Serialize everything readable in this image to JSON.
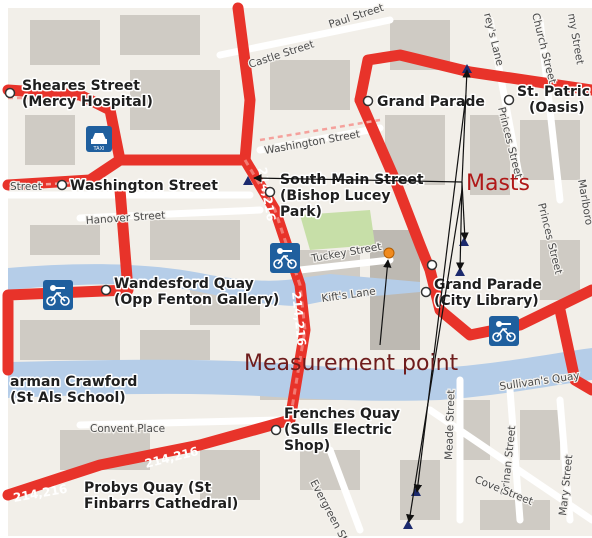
{
  "map": {
    "annotations": {
      "masts": "Masts",
      "measurement_point": "Measurement point"
    },
    "stops": {
      "sheares_1": "Sheares Street",
      "sheares_2": "(Mercy Hospital)",
      "washington": "Washington Street",
      "grand_parade_n": "Grand Parade",
      "st_patrick_1": "St. Patric",
      "st_patrick_2": "(Oasis)",
      "south_main_1": "South Main Street",
      "south_main_2": "(Bishop Lucey",
      "south_main_3": "Park)",
      "wandesford_1": "Wandesford Quay",
      "wandesford_2": "(Opp Fenton Gallery)",
      "grand_parade_s_1": "Grand Parade",
      "grand_parade_s_2": "(City Library)",
      "crawford_1": "arman Crawford",
      "crawford_2": "(St Als School)",
      "frenches_1": "Frenches Quay",
      "frenches_2": "(Sulls Electric",
      "frenches_3": "Shop)",
      "probys_1": "Probys Quay (St",
      "probys_2": "Finbarrs Cathedral)"
    },
    "streets": {
      "castle": "Castle Street",
      "paul": "Paul Street",
      "washington_upper": "Washington Street",
      "street_left": "Street",
      "hanover": "Hanover Street",
      "tuckey": "Tuckey Street",
      "kifts": "Kift's Lane",
      "convent": "Convent Place",
      "sullivans": "Sullivan's Quay",
      "meade": "Meade Street",
      "drinan": "Drinan Street",
      "cove": "Cove Street",
      "mary": "Mary Street",
      "evergreen": "Evergreen St",
      "princes": "Princes Street",
      "princes2": "Princes Street",
      "church": "Church Street",
      "marlboro": "Marlboro",
      "careys": "rey's Lane",
      "my": "my Street"
    },
    "routes": {
      "r1": "214,216",
      "r2": "214,216",
      "r3": "214,216",
      "r4": "214,216"
    },
    "colors": {
      "route": "#e8332a",
      "water": "#b5cde8",
      "park": "#c7dfa8",
      "building": "#cfcbc4",
      "land": "#f2efe9",
      "mast": "#1c2a6e",
      "measurement": "#f08a1d",
      "icon_bg": "#1f5f9e"
    },
    "icons": [
      "taxi-icon",
      "bike-station-icon",
      "bike-station-icon",
      "bike-station-icon",
      "mast-icon",
      "measurement-point-icon",
      "bus-stop-icon"
    ]
  }
}
